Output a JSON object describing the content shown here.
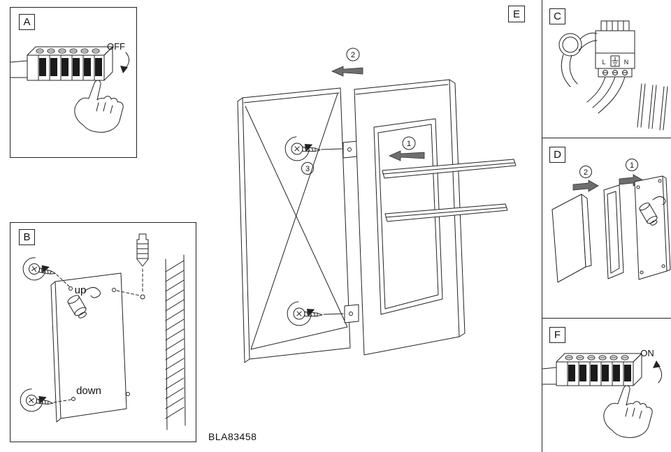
{
  "product_code": "BLA83458",
  "panels": {
    "a": {
      "label": "A",
      "state": "OFF"
    },
    "b": {
      "label": "B",
      "up": "up",
      "down": "down"
    },
    "c": {
      "label": "C",
      "terminal_l": "L",
      "terminal_n": "N"
    },
    "d": {
      "label": "D",
      "step1": "1",
      "step2": "2"
    },
    "e": {
      "label": "E",
      "step1": "1",
      "step2": "2",
      "step3": "3"
    },
    "f": {
      "label": "F",
      "state": "ON"
    }
  }
}
